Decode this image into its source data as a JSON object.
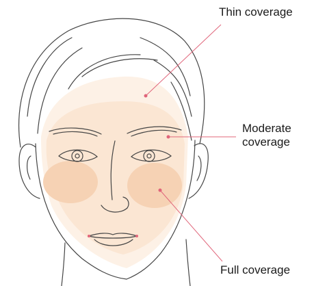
{
  "labels": {
    "thin": "Thin coverage",
    "moderate_line1": "Moderate",
    "moderate_line2": "coverage",
    "full": "Full coverage"
  },
  "colors": {
    "thin_zone": "#fdf1e6",
    "moderate_zone": "#fbe6d3",
    "full_zone": "#f6d2b4",
    "leader_line": "#e0657a",
    "outline": "#444444"
  }
}
